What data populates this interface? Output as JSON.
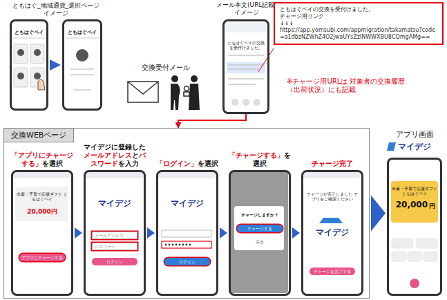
{
  "diagram": {
    "nodes": [
      {
        "text": [
          "ともはぐペイ"
        ]
      },
      {
        "text": [
          "ともはぐペイ"
        ]
      },
      {
        "text": [
          "ともはぐペイの交換を受付けました。"
        ]
      },
      {
        "text": [
          "ともはぐペイの交換を受付けました。",
          "チャージ用リンク",
          "↓↓↓",
          "https://app.yomsubi.com/appmigration/takamatsu?code=a1dbzNZWhZ4O2JwaUYsZzINWWXBU8CQmgAMg=="
        ]
      },
      {
        "text": [
          "交換WEBページ"
        ]
      },
      {
        "text": [
          "「アプリにチャージする」",
          "を選択",
          "出産・子育て応援ギフト ともはぐペイ",
          "20,000円",
          "アプリにチャージする"
        ],
        "in": 4
      },
      {
        "text": [
          "マイデジに登録した",
          "メールアドレス",
          "と",
          "パスワード",
          "を入力",
          "マイデジ",
          "メールアドレス",
          "パスワード",
          "ログイン"
        ],
        "in": 4
      },
      {
        "text": [
          "「ログイン」",
          "を選択",
          "マイデジ",
          "ログイン"
        ],
        "in": 4
      },
      {
        "text": [
          "「チャージする」",
          "を選択",
          "チャージしますか？",
          "チャージする",
          "戻る"
        ],
        "in": 4
      },
      {
        "text": [
          "チャージ完了",
          "チャージが完了しました アプリをご確認ください",
          "マイデジ",
          "チャージを完了する"
        ],
        "in": 4
      },
      {
        "text": [
          "出産・子育て応援ギフト ともはぐペイ",
          "20,000",
          "円"
        ]
      }
    ],
    "edges": [
      {
        "from": 0,
        "to": 1,
        "arrow": "to"
      },
      {
        "from": 2,
        "to": 4,
        "arrow": "to"
      },
      {
        "from": 5,
        "to": 6,
        "arrow": "to"
      },
      {
        "from": 6,
        "to": 7,
        "arrow": "to"
      },
      {
        "from": 7,
        "to": 8,
        "arrow": "to"
      },
      {
        "from": 8,
        "to": 9,
        "arrow": "to"
      },
      {
        "from": 4,
        "to": 10,
        "arrow": "to"
      }
    ],
    "labels": [
      "ともはぐ_地域通貨_選択ページ イメージ",
      "交換受付メール",
      "メール本文(URL記載) イメージ",
      "※チャージ用URLは 対象者の交換履歴（出荷状況）にも記載",
      "アプリ画面",
      "マイデジ"
    ]
  }
}
